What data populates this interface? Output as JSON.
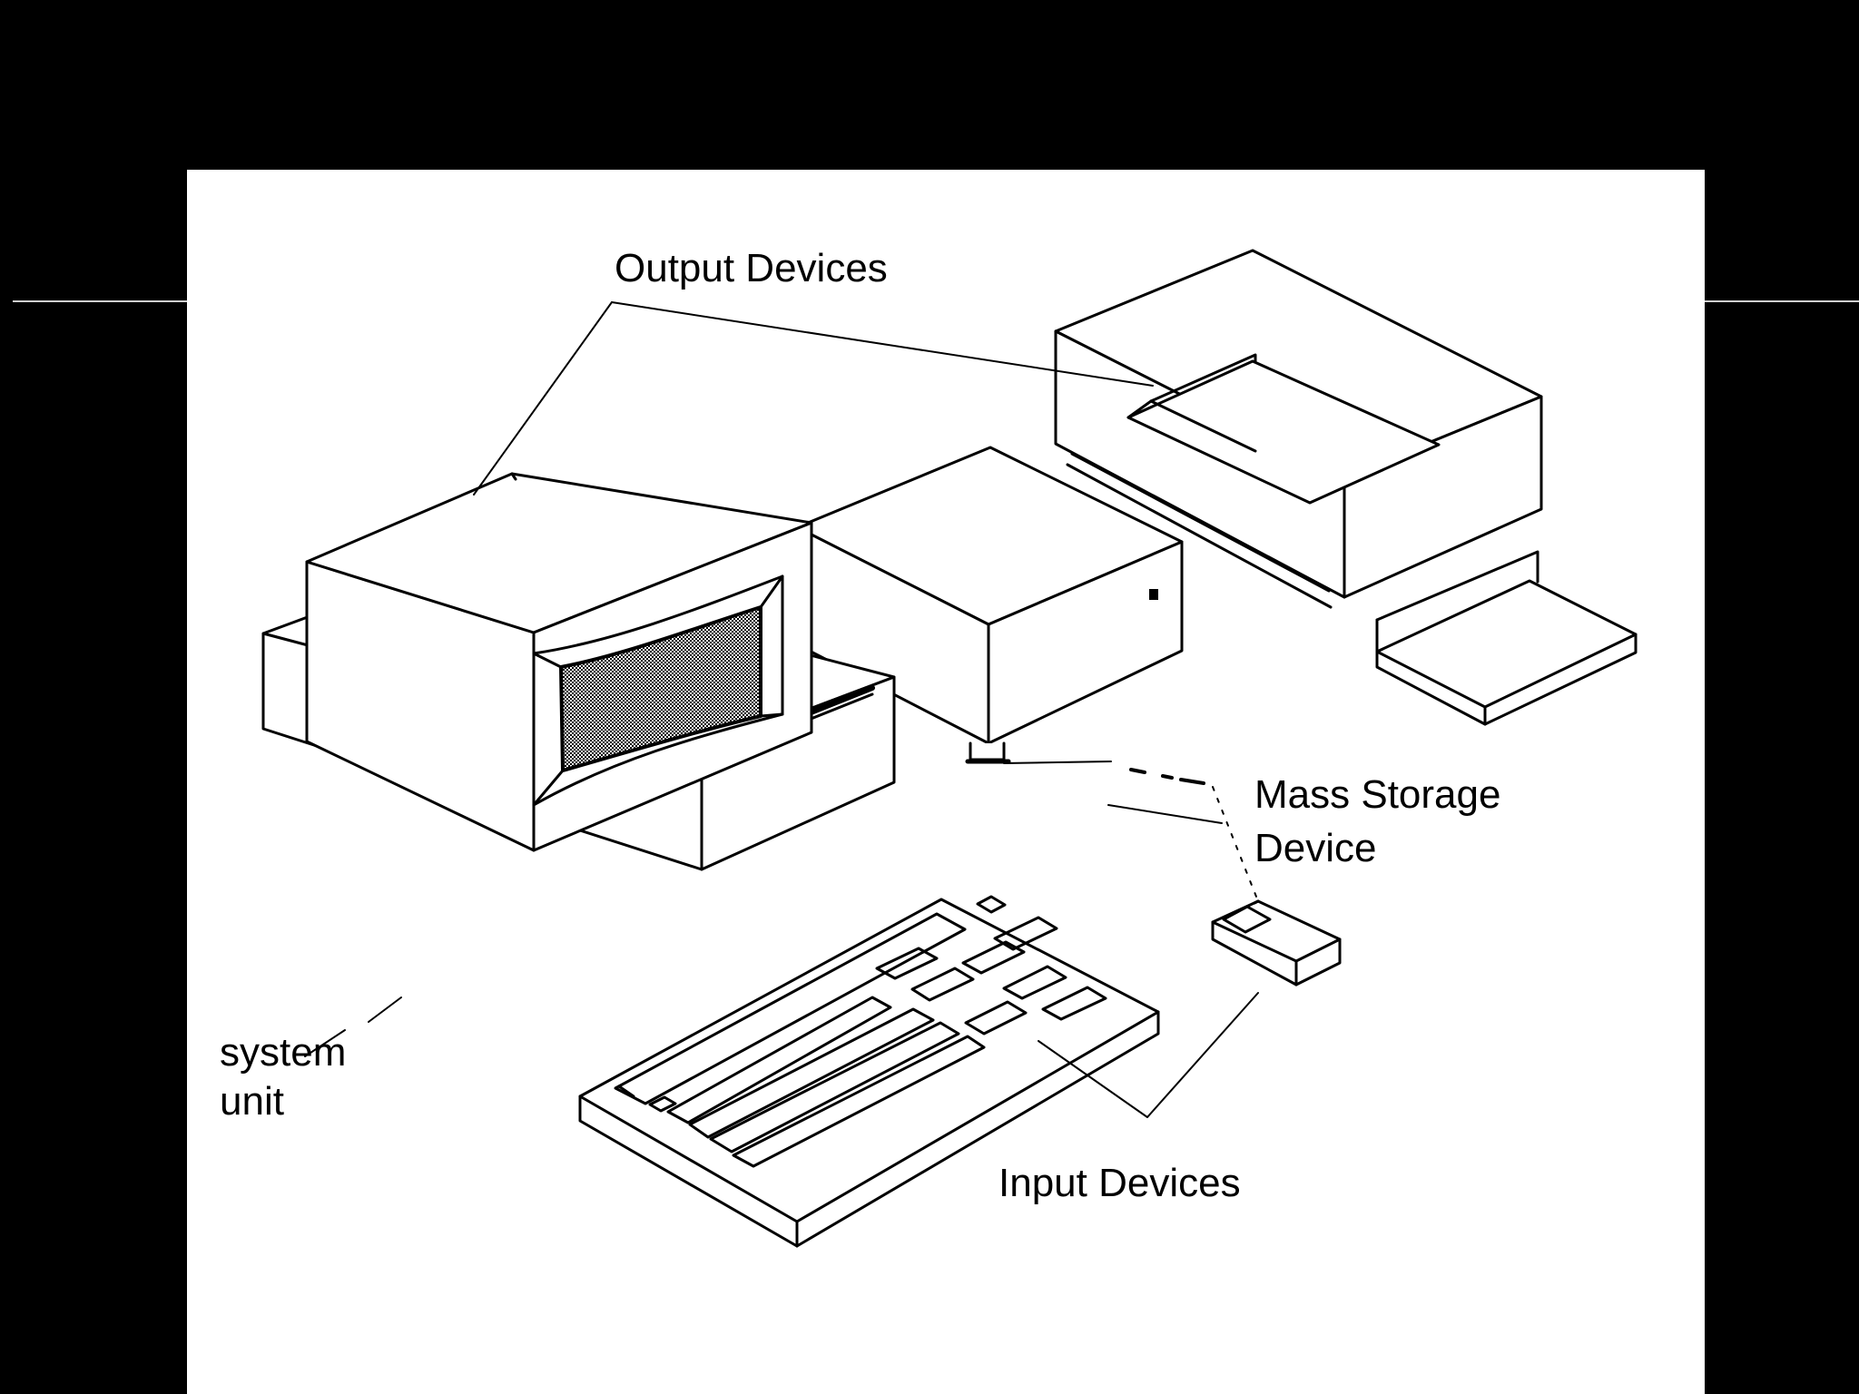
{
  "colors": {
    "background": "#000000",
    "panel": "#ffffff",
    "line": "#000000",
    "screen_fill": "#9a9a9a",
    "rule": "#cfcfcf"
  },
  "labels": {
    "output_devices": "Output Devices",
    "mass_storage_line1": "Mass Storage",
    "mass_storage_line2": "Device",
    "system_unit_line1": "system",
    "system_unit_line2": "unit",
    "input_devices": "Input Devices"
  },
  "components": [
    "monitor",
    "printer",
    "mass-storage-drive",
    "system-unit",
    "keyboard",
    "mouse"
  ]
}
